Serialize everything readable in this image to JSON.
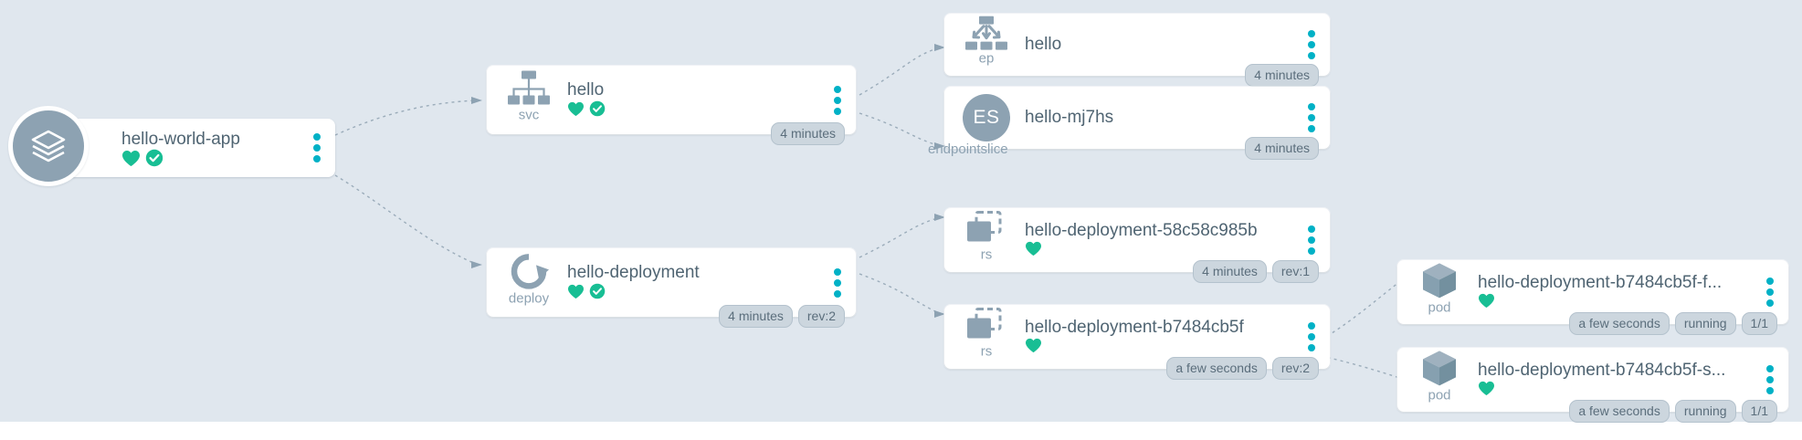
{
  "view": {
    "name": "argocd-application-resource-tree",
    "background_color": "#e0e7ee",
    "accent_color": "#00b1c6",
    "healthy_color": "#18be94",
    "node_text_color": "#4f6472",
    "icon_color": "#8da2b2"
  },
  "app": {
    "title": "hello-world-app",
    "kind": "application",
    "health": "Healthy",
    "sync": "Synced",
    "icon": "layers-icon"
  },
  "nodes": [
    {
      "id": "svc-hello",
      "kind": "svc",
      "title": "hello",
      "icon": "service-hierarchy-icon",
      "health": "Healthy",
      "sync": "Synced",
      "badges": [
        "4 minutes"
      ]
    },
    {
      "id": "deploy-hello-deployment",
      "kind": "deploy",
      "title": "hello-deployment",
      "icon": "deployment-rotate-icon",
      "health": "Healthy",
      "sync": "Synced",
      "badges": [
        "4 minutes",
        "rev:2"
      ]
    },
    {
      "id": "ep-hello",
      "kind": "ep",
      "title": "hello",
      "icon": "endpoints-arrows-icon",
      "health": "",
      "sync": "",
      "badges": [
        "4 minutes"
      ]
    },
    {
      "id": "endpointslice-hello-mj7hs",
      "kind": "endpointslice",
      "title": "hello-mj7hs",
      "icon": "ES",
      "health": "",
      "sync": "",
      "badges": [
        "4 minutes"
      ]
    },
    {
      "id": "rs-58c58c985b",
      "kind": "rs",
      "title": "hello-deployment-58c58c985b",
      "icon": "replicaset-stack-icon",
      "health": "Healthy",
      "sync": "",
      "badges": [
        "4 minutes",
        "rev:1"
      ]
    },
    {
      "id": "rs-b7484cb5f",
      "kind": "rs",
      "title": "hello-deployment-b7484cb5f",
      "icon": "replicaset-stack-icon",
      "health": "Healthy",
      "sync": "",
      "badges": [
        "a few seconds",
        "rev:2"
      ]
    },
    {
      "id": "pod-b7484cb5f-f",
      "kind": "pod",
      "title": "hello-deployment-b7484cb5f-f...",
      "icon": "pod-cube-icon",
      "health": "Healthy",
      "sync": "",
      "badges": [
        "a few seconds",
        "running",
        "1/1"
      ]
    },
    {
      "id": "pod-b7484cb5f-s",
      "kind": "pod",
      "title": "hello-deployment-b7484cb5f-s...",
      "icon": "pod-cube-icon",
      "health": "Healthy",
      "sync": "",
      "badges": [
        "a few seconds",
        "running",
        "1/1"
      ]
    }
  ]
}
